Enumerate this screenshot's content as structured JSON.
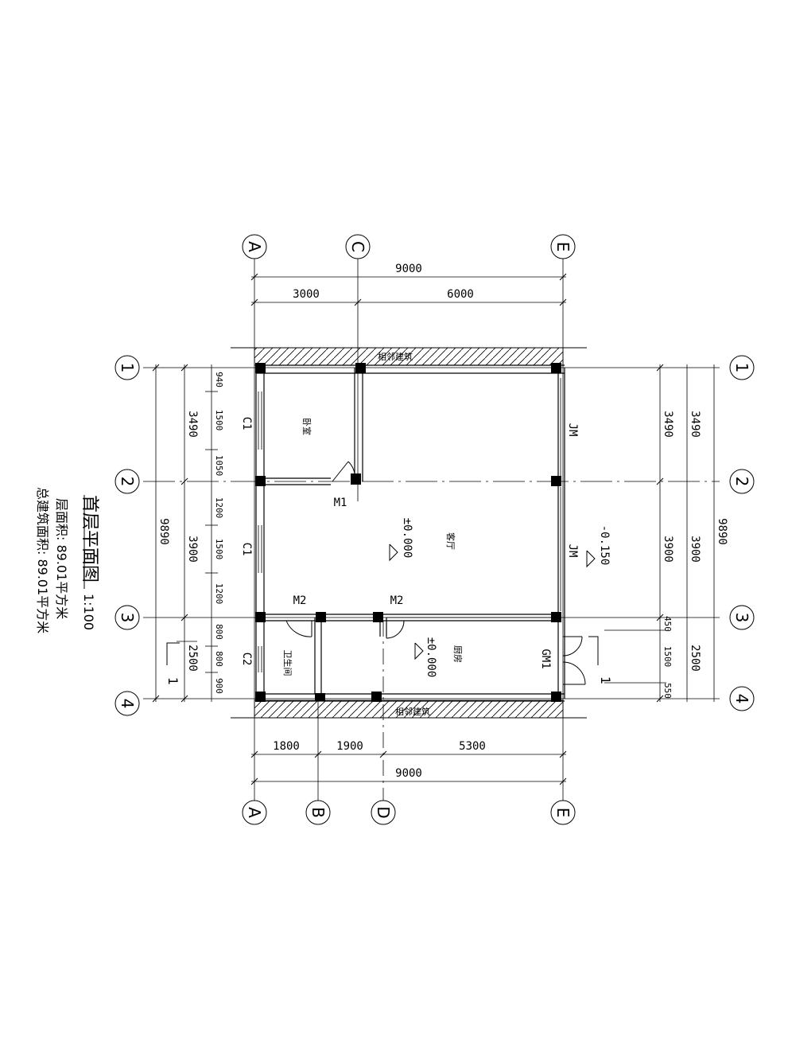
{
  "axes": {
    "letters_top": [
      "A",
      "C",
      "E"
    ],
    "letters_bottom": [
      "A",
      "B",
      "D",
      "E"
    ],
    "numbers": [
      "1",
      "2",
      "3",
      "4"
    ]
  },
  "dims": {
    "top_total": "9000",
    "top_parts": [
      "3000",
      "6000"
    ],
    "bottom_parts": [
      "1800",
      "1900",
      "5300"
    ],
    "bottom_total": "9000",
    "left_total": "9890",
    "left_bays": [
      "3490",
      "3900",
      "2500"
    ],
    "left_windows": [
      "940",
      "1500",
      "1050",
      "1200",
      "1500",
      "1200",
      "800",
      "800",
      "900"
    ],
    "right_bays": [
      "3490",
      "3900",
      "2500"
    ],
    "right_inner": [
      "3490",
      "3900",
      "450",
      "1500",
      "550"
    ],
    "right_total": "9890"
  },
  "labels": {
    "neighbor_top": "相邻建筑",
    "neighbor_bottom": "相邻建筑",
    "window_c1_a": "C1",
    "window_c1_b": "C1",
    "window_c2": "C2",
    "door_m1": "M1",
    "door_m2_a": "M2",
    "door_m2_b": "M2",
    "door_gm1": "GM1",
    "jm_a": "JM",
    "jm_b": "JM",
    "room_bedroom": "卧室",
    "room_living": "客厅",
    "room_bath": "卫生间",
    "room_kitchen": "厨房",
    "elev_living": "±0.000",
    "elev_kitchen": "±0.000",
    "elev_outside": "-0.150",
    "section_mark": "1"
  },
  "title": {
    "name": "首层平面图",
    "scale": "1:100",
    "floor_area": "层面积: 89.01平方米",
    "total_area": "总建筑面积: 89.01平方米"
  }
}
